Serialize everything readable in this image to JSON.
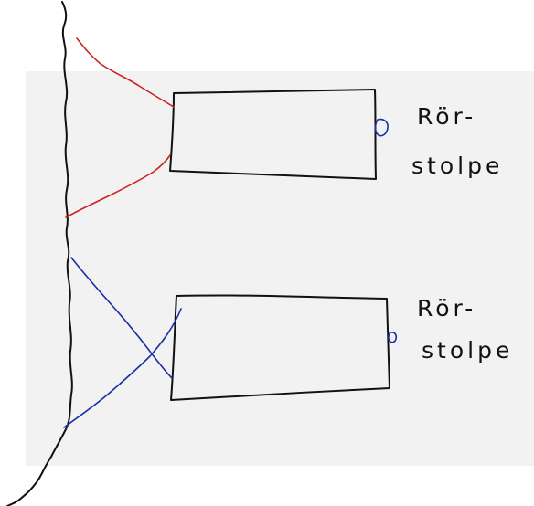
{
  "posts": [
    {
      "label_top": "Rör-",
      "label_bottom": "stolpe"
    },
    {
      "label_top": "Rör-",
      "label_bottom": "stolpe"
    }
  ],
  "colors": {
    "background_panel": "#f2f2f2",
    "ink": "#111111",
    "red_stay": "#cc2222",
    "blue_stay": "#1a2fa8"
  }
}
